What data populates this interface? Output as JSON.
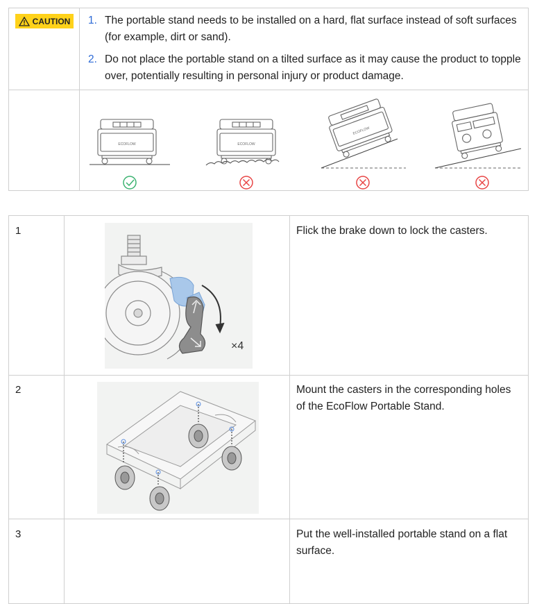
{
  "caution": {
    "badge_label": "CAUTION",
    "items": [
      {
        "num": "1.",
        "text": "The portable stand needs to be installed on a hard, flat surface instead of soft surfaces (for example, dirt or sand)."
      },
      {
        "num": "2.",
        "text": "Do not place the portable stand on a tilted surface as it may cause the product to topple over, potentially resulting in personal injury or product damage."
      }
    ],
    "illustrations": [
      {
        "label": "ECOFLOW",
        "status": "correct",
        "status_icon": "check-circle-icon",
        "color": "#3cb371"
      },
      {
        "label": "ECOFLOW",
        "status": "wrong",
        "status_icon": "cross-circle-icon",
        "color": "#e84545"
      },
      {
        "label": "ECOFLOW",
        "status": "wrong",
        "status_icon": "cross-circle-icon",
        "color": "#e84545"
      },
      {
        "label": "",
        "status": "wrong",
        "status_icon": "cross-circle-icon",
        "color": "#e84545"
      }
    ]
  },
  "steps": [
    {
      "number": "1",
      "description": "Flick the brake down to lock the casters.",
      "multiplier": "×4"
    },
    {
      "number": "2",
      "description": "Mount the casters in the corresponding holes of the EcoFlow Portable Stand."
    },
    {
      "number": "3",
      "description": "Put the well-installed portable stand on a flat surface."
    }
  ]
}
